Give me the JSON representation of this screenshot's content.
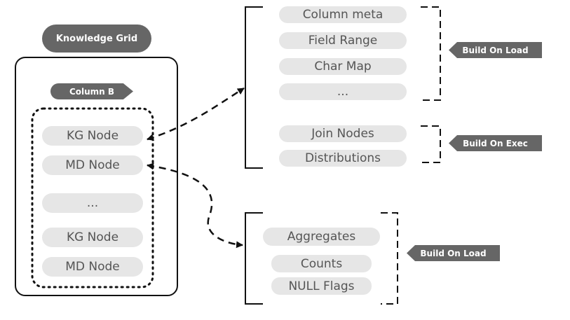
{
  "knowledge_grid": "Knowledge Grid",
  "column_label": "Column B",
  "nodes": [
    "KG Node",
    "MD Node",
    "...",
    "KG Node",
    "MD Node"
  ],
  "metadata_items": [
    "Column meta",
    "Field Range",
    "Char Map",
    "...",
    "Join Nodes",
    "Distributions"
  ],
  "data_items": [
    "Aggregates",
    "Counts",
    "NULL Flags"
  ],
  "tags": [
    "Build On Load",
    "Build On Exec",
    "Build On Load"
  ],
  "colors": {
    "label_fill": "#666666",
    "item_fill": "#e6e6e6",
    "stroke": "#111111"
  }
}
